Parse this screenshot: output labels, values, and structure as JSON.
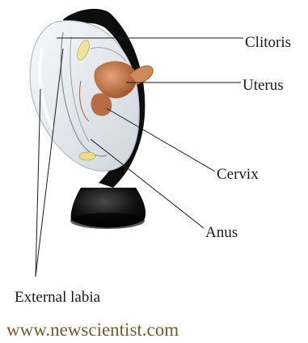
{
  "labels": {
    "clitoris": "Clitoris",
    "uterus": "Uterus",
    "cervix": "Cervix",
    "anus": "Anus",
    "external_labia": "External labia"
  },
  "watermark": "www.newscientist.com",
  "colors": {
    "stand": "#0d0d0d",
    "organ": "#c77b4f",
    "leader_line": "#1a1a1a",
    "watermark": "#7a5a2a"
  }
}
